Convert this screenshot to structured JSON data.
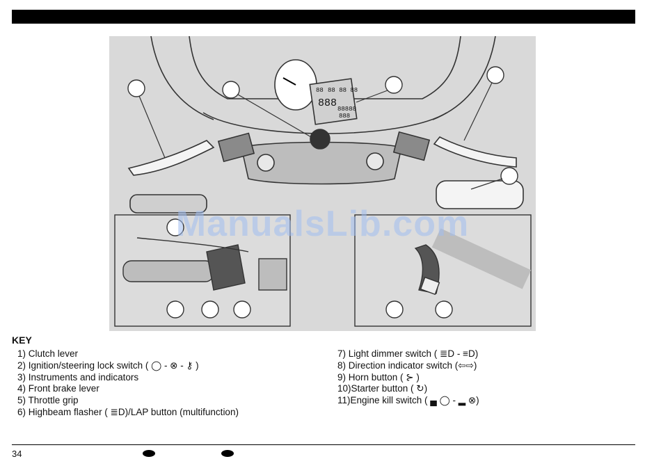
{
  "figure": {
    "watermark": "ManualsLib.com",
    "lcd": {
      "row1a": "88",
      "row1b": "88 88 88",
      "big": "888",
      "small1": "88888",
      "small2": "888"
    }
  },
  "key": {
    "title": "KEY",
    "items_left": [
      {
        "pre": "1) Clutch lever",
        "post": ""
      },
      {
        "pre": "2) Ignition/steering lock switch ( ◯ - ⊗ - ⚷ )",
        "post": ""
      },
      {
        "pre": "3) Instruments and indicators",
        "post": ""
      },
      {
        "pre": "4) Front brake lever",
        "post": ""
      },
      {
        "pre": "5) Throttle grip",
        "post": ""
      },
      {
        "pre": "6) Highbeam flasher ( ≣D)/LAP button (multifunction)",
        "post": ""
      }
    ],
    "items_right": [
      {
        "pre": "7) Light dimmer switch ( ≣D - ≡D)",
        "post": ""
      },
      {
        "pre": "8) Direction indicator switch (⇦⇨)",
        "post": ""
      },
      {
        "pre": "9) Horn button ( ⊱ )",
        "post": ""
      },
      {
        "pre": "10)Starter button ( ↻)",
        "post": ""
      },
      {
        "pre": "11)Engine kill switch ( ▄ ◯ - ▂ ⊗)",
        "post": ""
      }
    ]
  },
  "footer": {
    "page_number": "34"
  }
}
